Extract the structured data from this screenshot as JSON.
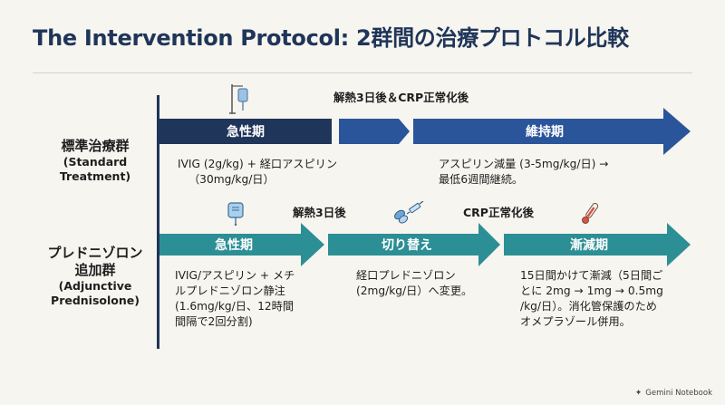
{
  "title": "The Intervention Protocol: 2群間の治療プロトコル比較",
  "groups": {
    "standard": {
      "label_jp": "標準治療群",
      "label_en_1": "(Standard",
      "label_en_2": "Treatment)",
      "milestone": "解熱3日後＆CRP正常化後",
      "phases": [
        {
          "label": "急性期",
          "desc": [
            "IVIG (2g/kg) + 経口アスピリン",
            "（30mg/kg/日）"
          ]
        },
        {
          "label": "維持期",
          "desc": [
            "アスピリン減量 (3-5mg/kg/日) →",
            "最低6週間継続。"
          ]
        }
      ]
    },
    "adjunctive": {
      "label_jp_1": "プレドニゾロン",
      "label_jp_2": "追加群",
      "label_en_1": "(Adjunctive",
      "label_en_2": "Prednisolone)",
      "milestones": [
        "解熱3日後",
        "CRP正常化後"
      ],
      "phases": [
        {
          "label": "急性期",
          "desc": [
            "IVIG/アスピリン + メチ",
            "ルプレドニゾロン静注",
            "(1.6mg/kg/日、12時間",
            "間隔で2回分割)"
          ]
        },
        {
          "label": "切り替え",
          "desc": [
            "経口プレドニゾロン",
            "(2mg/kg/日）へ変更。"
          ]
        },
        {
          "label": "漸減期",
          "desc": [
            "15日間かけて漸減（5日間ご",
            "とに 2mg → 1mg → 0.5mg",
            "/kg/日）。消化管保護のため",
            "オメプラゾール併用。"
          ]
        }
      ]
    }
  },
  "colors": {
    "navy": "#1f3559",
    "blue": "#2b559a",
    "teal": "#2c8f95",
    "background": "#f7f5ef"
  },
  "icons": [
    "iv-drip-icon",
    "iv-bag-icon",
    "pills-syringe-icon",
    "thermometer-icon"
  ],
  "watermark": "Gemini Notebook"
}
